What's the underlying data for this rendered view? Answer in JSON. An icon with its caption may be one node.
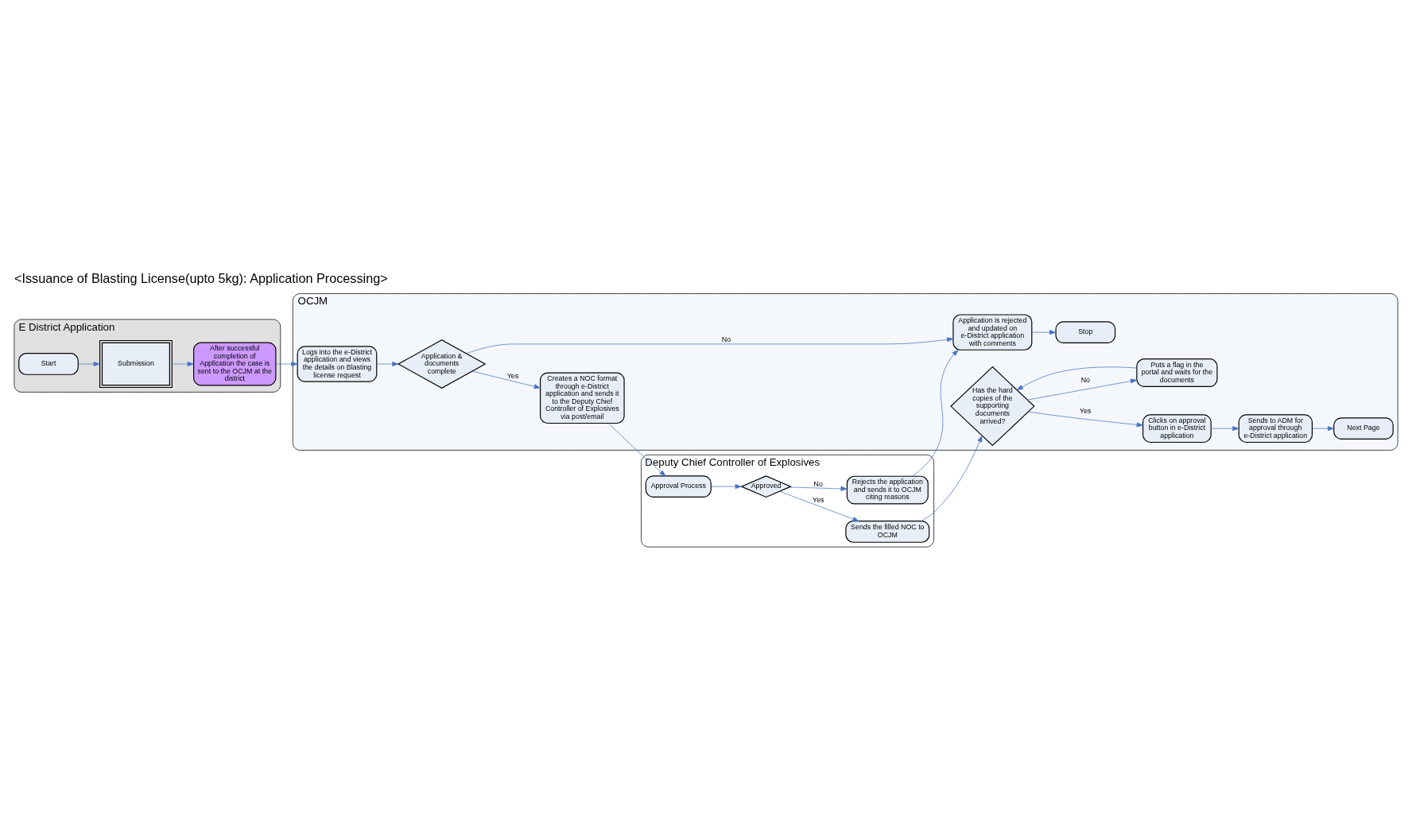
{
  "diagram": {
    "title": "<Issuance of Blasting License(upto 5kg): Application Processing>",
    "nodes": [
      {
        "text": [
          "OCJM"
        ]
      },
      {
        "text": [
          "Logs into the e-District application and views the details on Blasting license request"
        ],
        "in": 0
      },
      {
        "text": [
          "Application & documents complete"
        ],
        "in": 0
      },
      {
        "text": [
          "Creates a NOC format through e-District application and sends it to the Deputy Chief Controller of Explosives via post/email"
        ],
        "in": 0
      },
      {
        "text": [
          "Application is rejected and updated on e-District application with comments"
        ],
        "in": 0
      },
      {
        "text": [
          "Stop"
        ],
        "in": 0
      },
      {
        "text": [
          "Has the hard copies of the supporting documents arrived?"
        ],
        "in": 0
      },
      {
        "text": [
          "Clicks on approval button in e-District application"
        ],
        "in": 0
      },
      {
        "text": [
          "Sends to ADM for approval through e-District application"
        ],
        "in": 0
      },
      {
        "text": [
          "Puts a flag in the portal and waits for the documents"
        ],
        "in": 0
      },
      {
        "text": [
          "Next Page"
        ],
        "in": 0
      },
      {
        "text": [
          "Deputy Chief Controller of Explosives"
        ]
      },
      {
        "text": [
          "Approval Process"
        ],
        "in": 11
      },
      {
        "text": [
          "Approved"
        ],
        "in": 11
      },
      {
        "text": [
          "Rejects the application and sends it to OCJM citing reasons"
        ],
        "in": 11
      },
      {
        "text": [
          "Sends the filled NOC to OCJM"
        ],
        "in": 11
      },
      {
        "text": [
          "E District Application"
        ]
      },
      {
        "text": [
          "Start"
        ],
        "in": 16
      },
      {
        "text": [
          "Submission"
        ],
        "in": 16
      },
      {
        "text": [
          "After successful completion of Application the case is sent to the OCJM at the district"
        ],
        "in": 16
      }
    ],
    "edges": [
      {
        "from": 1,
        "to": 2,
        "arrow": "to"
      },
      {
        "from": 2,
        "to": 3,
        "arrow": "to",
        "label": "Yes"
      },
      {
        "from": 2,
        "to": 4,
        "arrow": "to",
        "label": "No"
      },
      {
        "from": 4,
        "to": 5,
        "arrow": "to"
      },
      {
        "from": 3,
        "to": 12,
        "arrow": "to"
      },
      {
        "from": 12,
        "to": 13,
        "arrow": "to"
      },
      {
        "from": 6,
        "to": 7,
        "arrow": "to",
        "label": "Yes"
      },
      {
        "from": 6,
        "to": 9,
        "arrow": "to",
        "label": "No"
      },
      {
        "from": 13,
        "to": 14,
        "arrow": "to",
        "label": "No"
      },
      {
        "from": 13,
        "to": 15,
        "arrow": "to",
        "label": "Yes"
      },
      {
        "from": 14,
        "to": 4,
        "arrow": "to"
      },
      {
        "from": 15,
        "to": 6,
        "arrow": "to"
      },
      {
        "from": 9,
        "to": 6,
        "arrow": "to"
      },
      {
        "from": 7,
        "to": 8,
        "arrow": "to"
      },
      {
        "from": 8,
        "to": 10,
        "arrow": "to"
      },
      {
        "from": 17,
        "to": 18,
        "arrow": "to"
      },
      {
        "from": 18,
        "to": 19,
        "arrow": "to"
      },
      {
        "from": 19,
        "to": 1,
        "arrow": "to"
      }
    ]
  }
}
